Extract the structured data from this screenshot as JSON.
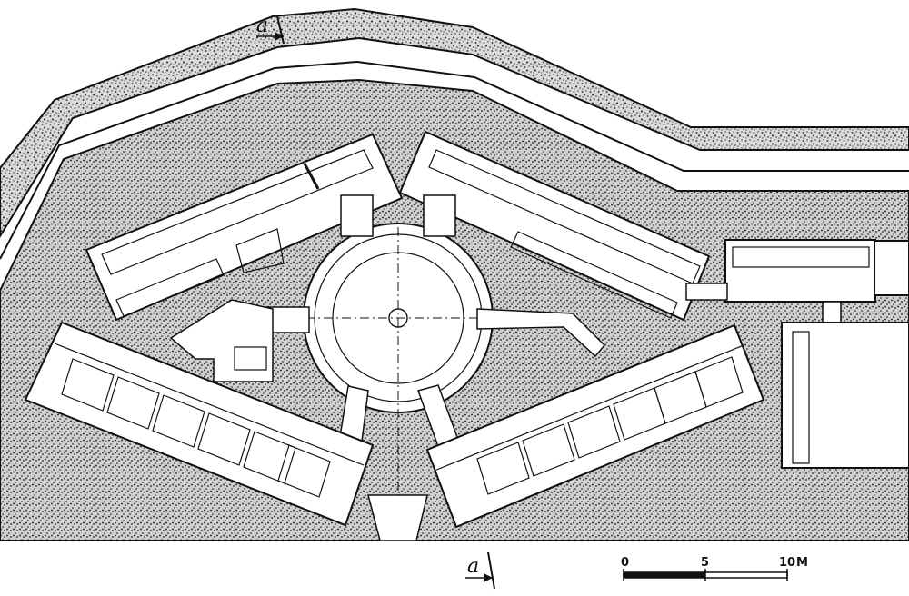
{
  "section_marker": {
    "top_label": "a",
    "bottom_label": "a"
  },
  "scale_bar": {
    "ticks": [
      "0",
      "5",
      "10"
    ],
    "unit": "M"
  },
  "colors": {
    "ink": "#111111",
    "paper": "#ffffff",
    "stipple": "#2a2a2a"
  }
}
